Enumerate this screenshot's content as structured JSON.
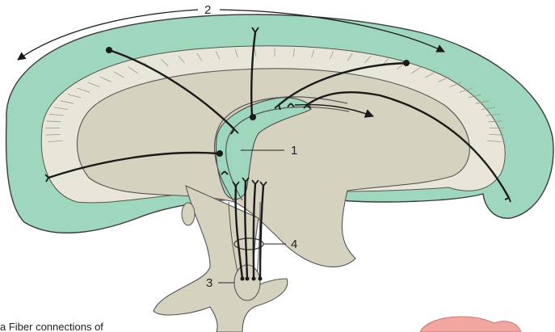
{
  "labels": {
    "l1": "1",
    "l2": "2",
    "l3": "3",
    "l4": "4"
  },
  "caption": "a  Fiber connections of",
  "colors": {
    "cortex": "#9fd6be",
    "cortex_stroke": "#3b3b3b",
    "white_matter": "#e8e6d8",
    "core": "#d6d2c0",
    "nucleus": "#9fd6be",
    "fiber": "#1a1a1a",
    "label_text": "#222222",
    "pink": "#f2a6a0"
  }
}
